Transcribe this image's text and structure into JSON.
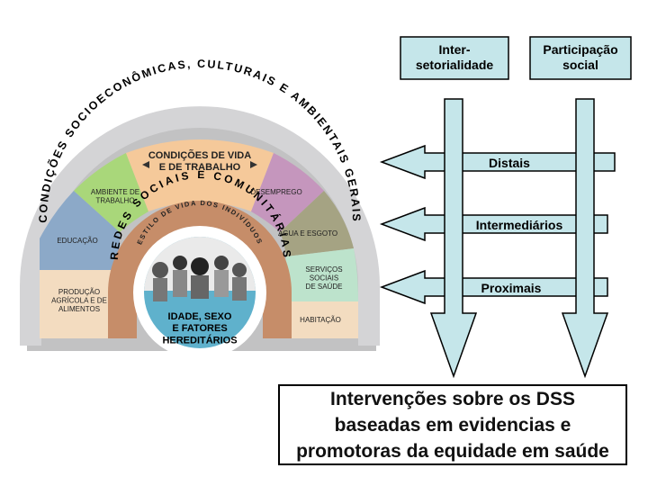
{
  "model": {
    "outer_ring": "CONDIÇÕES SOCIOECONÔMICAS, CULTURAIS E AMBIENTAIS GERAIS",
    "middle_ring": "REDES SOCIAIS E COMUNITÁRIAS",
    "inner_ring": "ESTILO DE VIDA DOS INDIVÍDUOS",
    "core_lines": [
      "IDADE, SEXO",
      "E FATORES",
      "HEREDITÁRIOS"
    ],
    "center_title_lines": [
      "CONDIÇÕES DE VIDA",
      "E DE TRABALHO"
    ],
    "segments": {
      "producao": [
        "PRODUÇÃO",
        "AGRÍCOLA E DE",
        "ALIMENTOS"
      ],
      "educacao": [
        "EDUCAÇÃO"
      ],
      "ambiente": [
        "AMBIENTE DE",
        "TRABALHO"
      ],
      "desemprego": [
        "DESEMPREGO"
      ],
      "agua": [
        "ÁGUA E ESGOTO"
      ],
      "servicos": [
        "SERVIÇOS",
        "SOCIAIS",
        "DE SAÚDE"
      ],
      "habitacao": [
        "HABITAÇÃO"
      ]
    }
  },
  "top_boxes": {
    "intersetorialidade": [
      "Inter-",
      "setorialidade"
    ],
    "participacao": [
      "Participação",
      "social"
    ]
  },
  "levels": [
    "Distais",
    "Intermediários",
    "Proximais"
  ],
  "outcome_lines": [
    "Intervenções sobre os DSS",
    "baseadas em evidencias e",
    "promotoras da equidade em saúde"
  ],
  "colors": {
    "arrow_fill": "#c5e6ea",
    "outer_ring": "#d4d4d6",
    "middle_ring": "#c68d69",
    "inner_ring": "#ffffff",
    "core": "#5fb1cc",
    "producao": "#f3dcc0",
    "educacao": "#8ca9c8",
    "ambiente": "#a9d77a",
    "condicoes": "#f5c99a",
    "desemprego": "#c596bd",
    "agua": "#a5a383",
    "servicos": "#bde3cc",
    "habitacao": "#f3dcc0"
  }
}
